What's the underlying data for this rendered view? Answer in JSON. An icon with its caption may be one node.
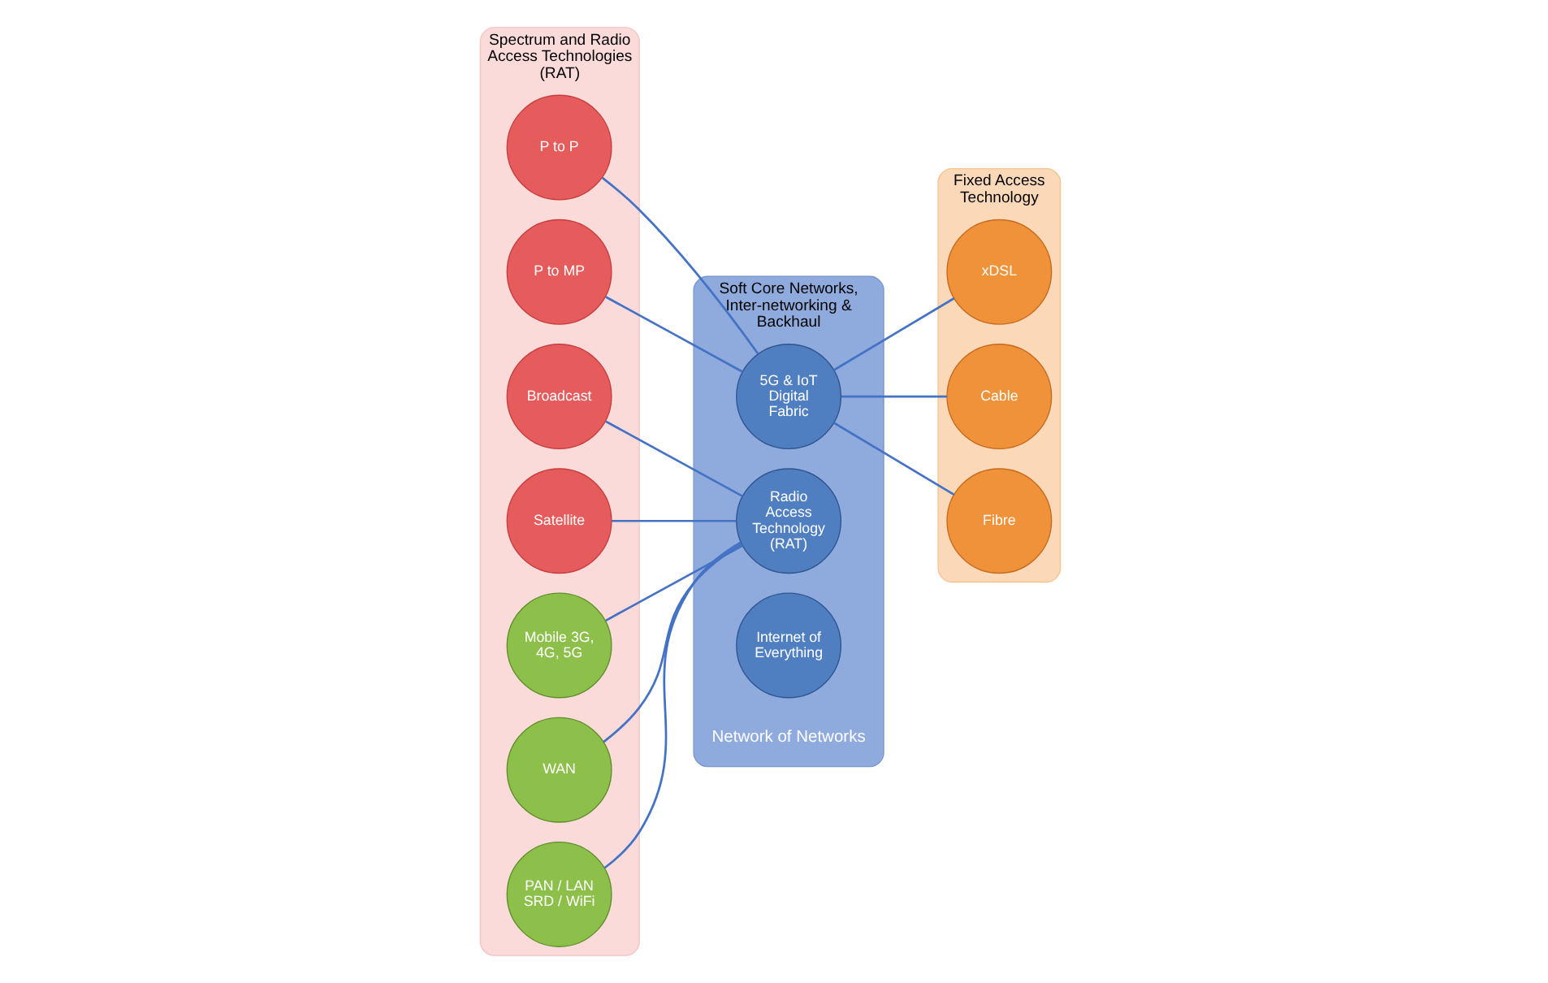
{
  "diagram": {
    "nodes": [
      {
        "text": [
          "Spectrum and Radio Access Technologies (RAT)"
        ]
      },
      {
        "text": [
          "Broadcast"
        ],
        "in": 0
      },
      {
        "text": [
          "Satellite"
        ],
        "in": 0
      },
      {
        "text": [
          "P to P"
        ],
        "in": 0
      },
      {
        "text": [
          "P to MP"
        ],
        "in": 0
      },
      {
        "text": [
          "Mobile 3G, 4G, 5G"
        ],
        "in": 0
      },
      {
        "text": [
          "WAN"
        ],
        "in": 0
      },
      {
        "text": [
          "PAN / LAN SRD / WiFi"
        ],
        "in": 0
      },
      {
        "text": [
          "Fixed Access Technology"
        ]
      },
      {
        "text": [
          "xDSL"
        ],
        "in": 8
      },
      {
        "text": [
          "Cable"
        ],
        "in": 8
      },
      {
        "text": [
          "Fibre"
        ],
        "in": 8
      },
      {
        "text": [
          "Soft Core Networks, Inter-networking & Backhaul"
        ]
      },
      {
        "text": [
          "Radio Access Technology (RAT)"
        ],
        "in": 12
      },
      {
        "text": [
          "5G & IoT Digital Fabric"
        ],
        "in": 12
      },
      {
        "text": [
          "Internet of Everything"
        ],
        "in": 12
      }
    ],
    "edges": [
      {
        "from": 1,
        "to": 13,
        "arrow": "none"
      },
      {
        "from": 2,
        "to": 13,
        "arrow": "none"
      },
      {
        "from": 3,
        "to": 14,
        "arrow": "none"
      },
      {
        "from": 4,
        "to": 14,
        "arrow": "none"
      },
      {
        "from": 5,
        "to": 13,
        "arrow": "none"
      },
      {
        "from": 6,
        "to": 13,
        "arrow": "none"
      },
      {
        "from": 7,
        "to": 13,
        "arrow": "none"
      },
      {
        "from": 9,
        "to": 14,
        "arrow": "none"
      },
      {
        "from": 10,
        "to": 14,
        "arrow": "none"
      },
      {
        "from": 11,
        "to": 14,
        "arrow": "none"
      }
    ],
    "labels": [
      "Network of Networks"
    ]
  }
}
